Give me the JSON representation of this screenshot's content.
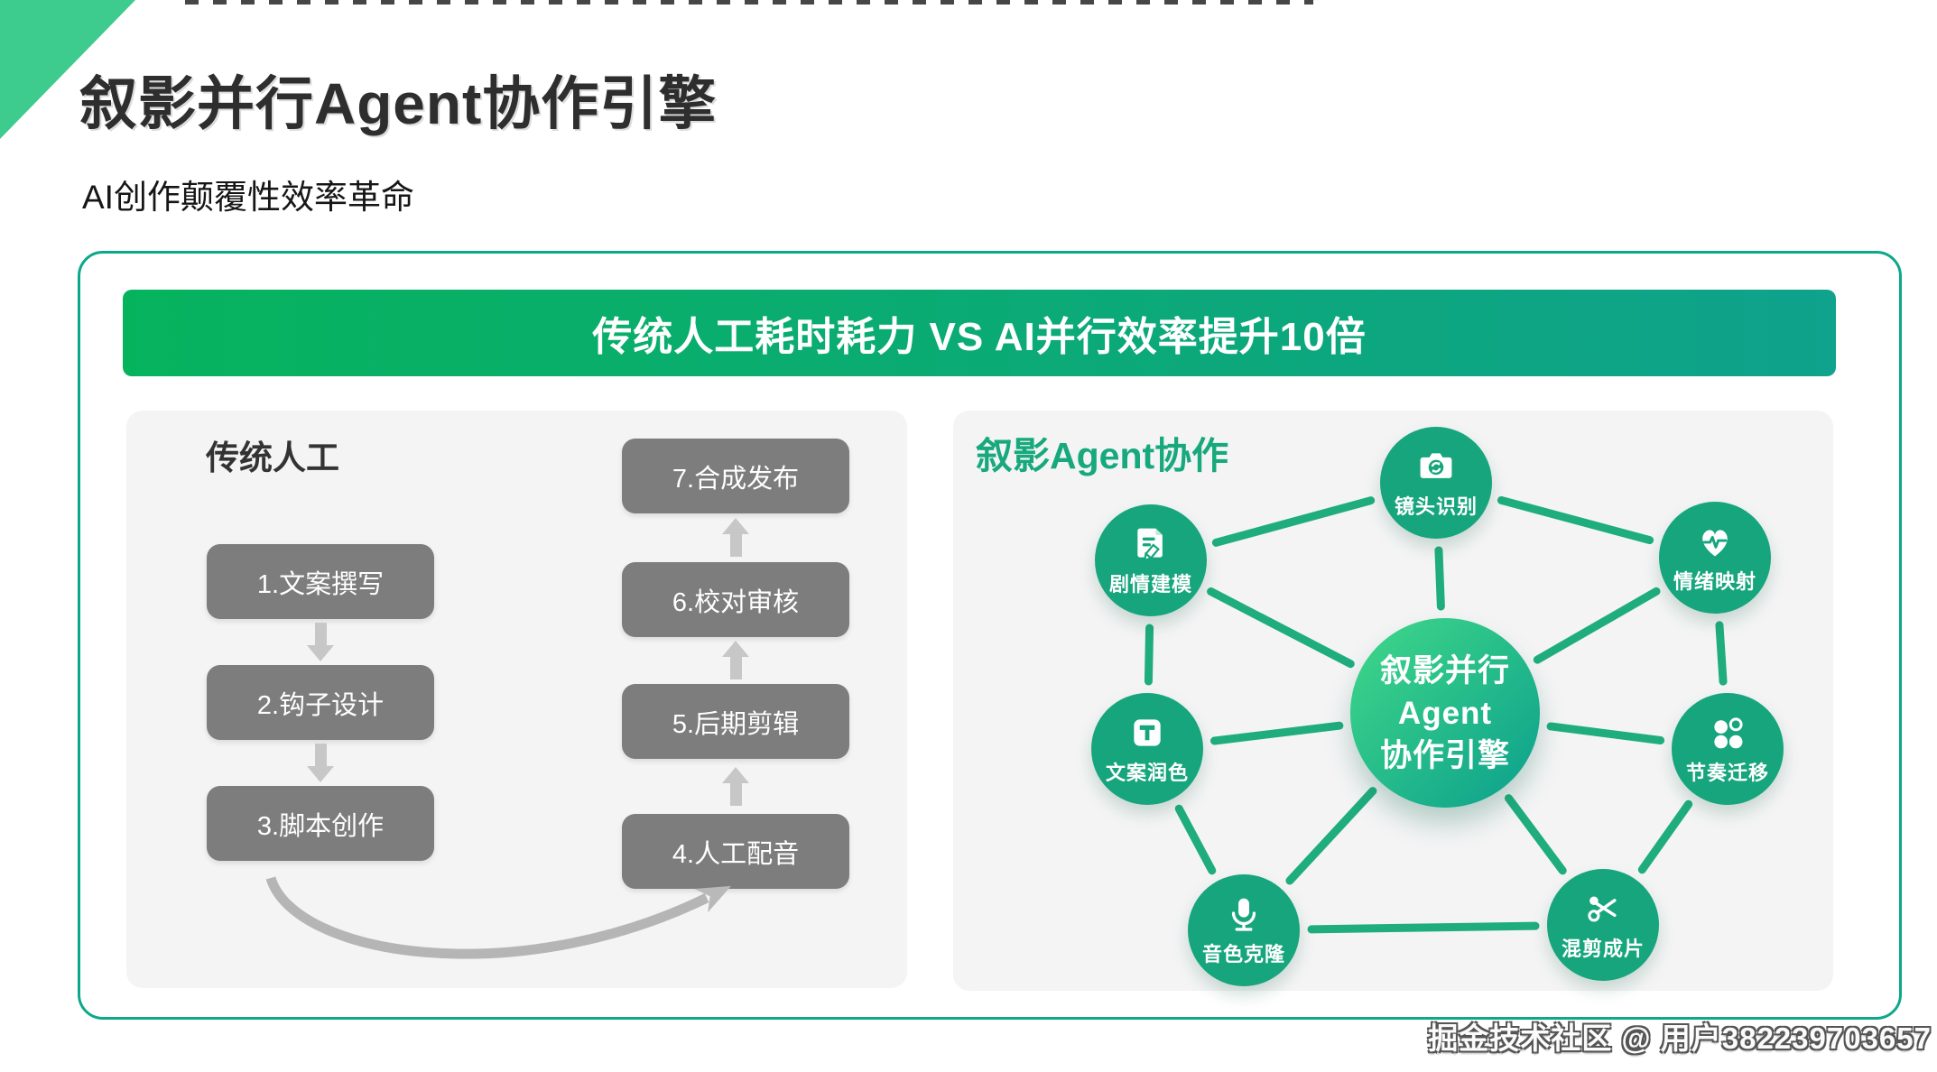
{
  "page": {
    "title": "叙影并行Agent协作引擎",
    "subtitle": "AI创作颠覆性效率革命",
    "watermark": "掘金技术社区 @ 用户382239703657"
  },
  "banner": {
    "text": "传统人工耗时耗力 VS AI并行效率提升10倍"
  },
  "colors": {
    "banner_green": "#06B35D",
    "banner_teal": "#0FA28C",
    "border_green": "#0CA88A",
    "corner_green": "#3DCB8E",
    "node_green": "#16A57C",
    "edge_green": "#1FAD7D",
    "box_gray": "#7D7D7D",
    "panel_bg": "#F4F4F5",
    "heading_green": "#17A97C"
  },
  "traditional": {
    "heading": "传统人工",
    "steps": [
      "1.文案撰写",
      "2.钩子设计",
      "3.脚本创作",
      "4.人工配音",
      "5.后期剪辑",
      "6.校对审核",
      "7.合成发布"
    ]
  },
  "agent": {
    "heading": "叙影Agent协作",
    "center_lines": [
      "叙影并行",
      "Agent",
      "协作引擎"
    ],
    "nodes": [
      {
        "id": "plot",
        "label": "剧情建模",
        "icon": "script-edit-icon"
      },
      {
        "id": "camera",
        "label": "镜头识别",
        "icon": "camera-sync-icon"
      },
      {
        "id": "emotion",
        "label": "情绪映射",
        "icon": "heart-pulse-icon"
      },
      {
        "id": "text",
        "label": "文案润色",
        "icon": "text-tool-icon"
      },
      {
        "id": "rhythm",
        "label": "节奏迁移",
        "icon": "shapes-icon"
      },
      {
        "id": "voice",
        "label": "音色克隆",
        "icon": "microphone-icon"
      },
      {
        "id": "remix",
        "label": "混剪成片",
        "icon": "scissors-icon"
      }
    ],
    "edges": [
      [
        "plot",
        "camera"
      ],
      [
        "plot",
        "center"
      ],
      [
        "plot",
        "text"
      ],
      [
        "camera",
        "center"
      ],
      [
        "camera",
        "emotion"
      ],
      [
        "center",
        "emotion"
      ],
      [
        "emotion",
        "rhythm"
      ],
      [
        "center",
        "text"
      ],
      [
        "center",
        "rhythm"
      ],
      [
        "center",
        "voice"
      ],
      [
        "center",
        "remix"
      ],
      [
        "text",
        "voice"
      ],
      [
        "voice",
        "remix"
      ],
      [
        "rhythm",
        "remix"
      ]
    ]
  }
}
